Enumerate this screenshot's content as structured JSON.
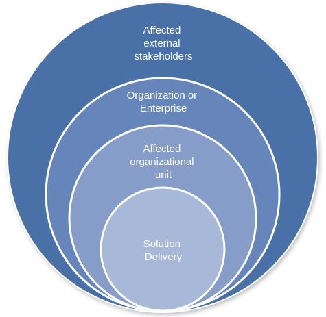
{
  "diagram": {
    "rings": [
      {
        "id": "outer",
        "label_lines": [
          "Affected",
          "external",
          "stakeholders"
        ],
        "fill": "#4a71a8",
        "stroke": "#ffffff"
      },
      {
        "id": "second",
        "label_lines": [
          "Organization or",
          "Enterprise"
        ],
        "fill": "#6686bb",
        "stroke": "#ffffff"
      },
      {
        "id": "third",
        "label_lines": [
          "Affected",
          "organizational",
          "unit"
        ],
        "fill": "#859dc8",
        "stroke": "#ffffff"
      },
      {
        "id": "inner",
        "label_lines": [
          "Solution",
          "Delivery"
        ],
        "fill": "#a8b8d9",
        "stroke": "#ffffff"
      }
    ]
  }
}
